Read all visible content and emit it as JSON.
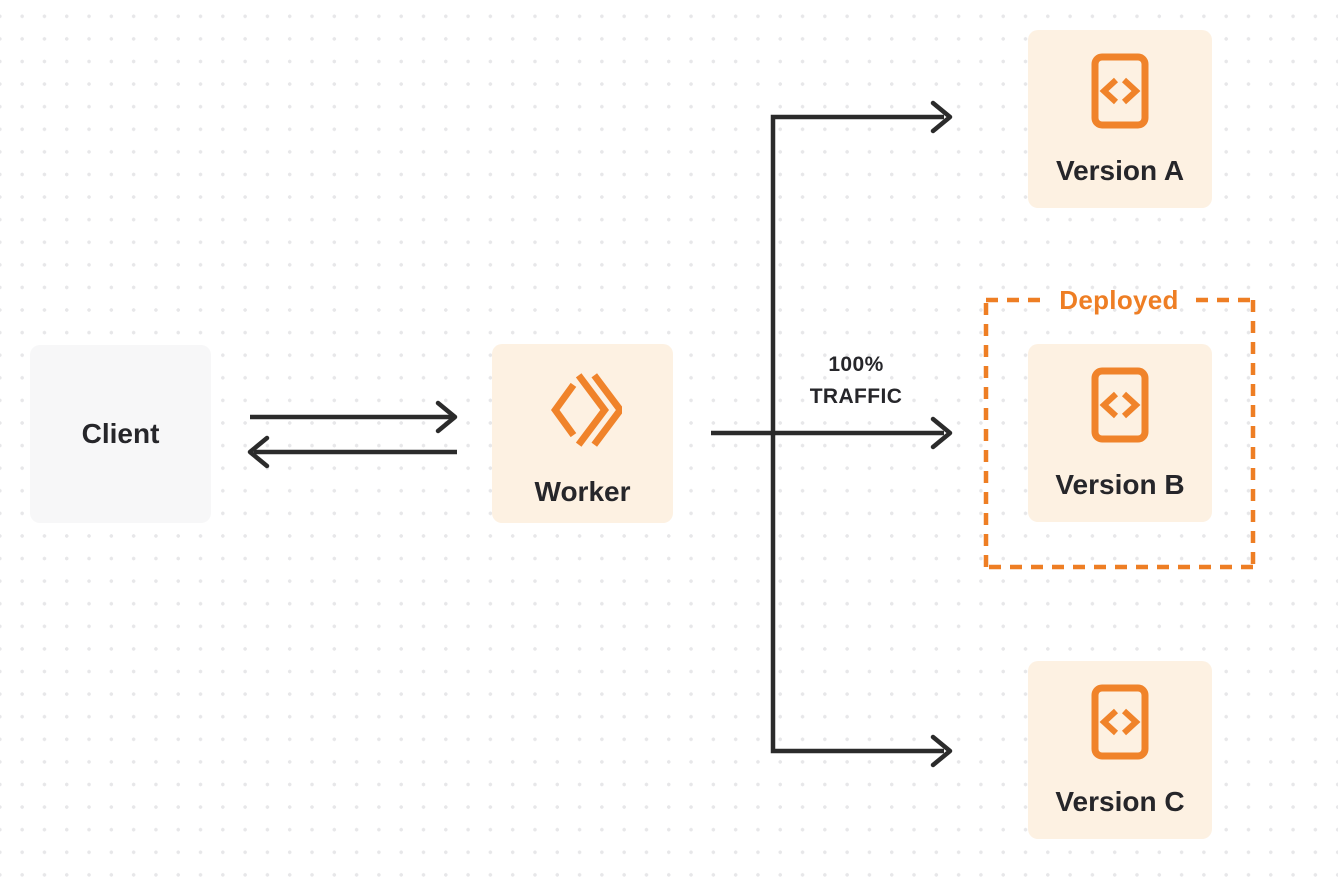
{
  "diagram": {
    "client": {
      "label": "Client"
    },
    "worker": {
      "label": "Worker"
    },
    "traffic_label": {
      "line1": "100%",
      "line2": "TRAFFIC"
    },
    "deployed_group": {
      "label": "Deployed"
    },
    "versions": [
      {
        "id": "version-a",
        "label": "Version A",
        "deployed": false
      },
      {
        "id": "version-b",
        "label": "Version B",
        "deployed": true,
        "traffic_share": "100%"
      },
      {
        "id": "version-c",
        "label": "Version C",
        "deployed": false
      }
    ],
    "flows": [
      {
        "from": "client",
        "to": "worker",
        "bidirectional": true
      },
      {
        "from": "worker",
        "to": "version-a"
      },
      {
        "from": "worker",
        "to": "version-b",
        "label": "100% TRAFFIC"
      },
      {
        "from": "worker",
        "to": "version-c"
      }
    ]
  },
  "icons": {
    "worker": "cloudflare-workers-icon",
    "version": "code-file-icon"
  },
  "colors": {
    "background": "#ffffff",
    "dot_grid": "#e7e7e9",
    "client_box_bg": "#f7f7f8",
    "cream_box_bg": "#fdf1e2",
    "orange": "#ee7e24",
    "arrow": "#2b2b2b",
    "text": "#26262a"
  }
}
